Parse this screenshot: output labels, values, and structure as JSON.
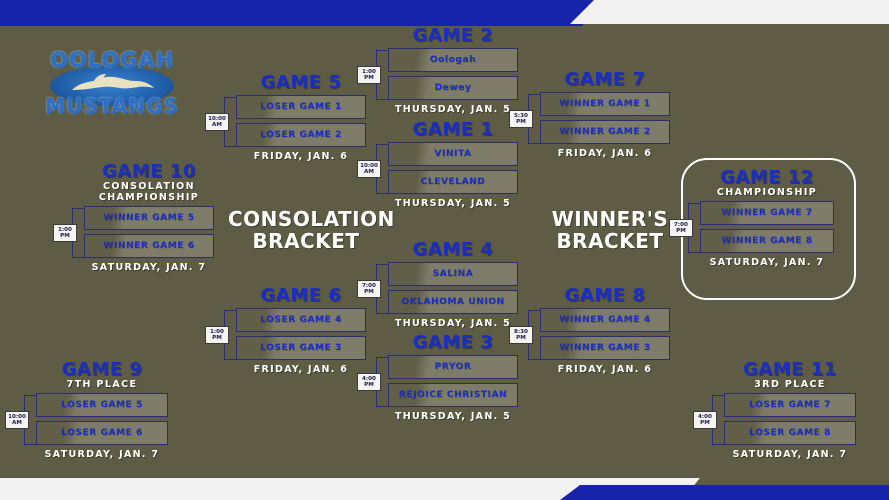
{
  "tournament": {
    "logo": {
      "top_word": "OOLOGAH",
      "bottom_word": "MUSTANGS"
    },
    "bracket_labels": {
      "consolation": "CONSOLATION\nBRACKET",
      "consolation_line1": "CONSOLATION",
      "consolation_line2": "BRACKET",
      "winners_line1": "WINNER'S",
      "winners_line2": "BRACKET"
    },
    "colors": {
      "background": "#5e5c44",
      "accent_blue": "#1723a8",
      "title_blue": "#1a2ec4",
      "white": "#f2f2f2",
      "slot_border": "#2b2e6e"
    }
  },
  "games": [
    {
      "id": "game-1",
      "title": "GAME 1",
      "subtitle": "",
      "time": "10:00\nAM",
      "time_line1": "10:00",
      "time_line2": "AM",
      "teams": [
        "VINITA",
        "CLEVELAND"
      ],
      "date": "THURSDAY, JAN. 5"
    },
    {
      "id": "game-2",
      "title": "GAME 2",
      "subtitle": "",
      "time_line1": "1:00",
      "time_line2": "PM",
      "teams": [
        "Oologah",
        "Dewey"
      ],
      "date": "THURSDAY, JAN. 5"
    },
    {
      "id": "game-3",
      "title": "GAME 3",
      "subtitle": "",
      "time_line1": "4:00",
      "time_line2": "PM",
      "teams": [
        "PRYOR",
        "REJOICE CHRISTIAN"
      ],
      "date": "THURSDAY, JAN. 5"
    },
    {
      "id": "game-4",
      "title": "GAME 4",
      "subtitle": "",
      "time_line1": "7:00",
      "time_line2": "PM",
      "teams": [
        "SALINA",
        "OKLAHOMA UNION"
      ],
      "date": "THURSDAY, JAN. 5"
    },
    {
      "id": "game-5",
      "title": "GAME 5",
      "subtitle": "",
      "time_line1": "10:00",
      "time_line2": "AM",
      "teams": [
        "LOSER GAME 1",
        "LOSER GAME 2"
      ],
      "date": "FRIDAY, JAN. 6"
    },
    {
      "id": "game-6",
      "title": "GAME 6",
      "subtitle": "",
      "time_line1": "1:00",
      "time_line2": "PM",
      "teams": [
        "LOSER GAME 4",
        "LOSER GAME 3"
      ],
      "date": "FRIDAY, JAN. 6"
    },
    {
      "id": "game-7",
      "title": "GAME 7",
      "subtitle": "",
      "time_line1": "5:30",
      "time_line2": "PM",
      "teams": [
        "WINNER GAME 1",
        "WINNER GAME 2"
      ],
      "date": "FRIDAY, JAN. 6"
    },
    {
      "id": "game-8",
      "title": "GAME 8",
      "subtitle": "",
      "time_line1": "8:30",
      "time_line2": "PM",
      "teams": [
        "WINNER GAME 4",
        "WINNER GAME 3"
      ],
      "date": "FRIDAY, JAN. 6"
    },
    {
      "id": "game-9",
      "title": "GAME 9",
      "subtitle": "7TH PLACE",
      "time_line1": "10:00",
      "time_line2": "AM",
      "teams": [
        "LOSER GAME 5",
        "LOSER GAME 6"
      ],
      "date": "SATURDAY, JAN. 7"
    },
    {
      "id": "game-10",
      "title": "GAME 10",
      "subtitle_line1": "CONSOLATION",
      "subtitle_line2": "CHAMPIONSHIP",
      "time_line1": "1:00",
      "time_line2": "PM",
      "teams": [
        "WINNER GAME 5",
        "WINNER GAME 6"
      ],
      "date": "SATURDAY, JAN. 7"
    },
    {
      "id": "game-11",
      "title": "GAME 11",
      "subtitle": "3RD PLACE",
      "time_line1": "4:00",
      "time_line2": "PM",
      "teams": [
        "LOSER GAME 7",
        "LOSER GAME 8"
      ],
      "date": "SATURDAY, JAN. 7"
    },
    {
      "id": "game-12",
      "title": "GAME 12",
      "subtitle": "CHAMPIONSHIP",
      "time_line1": "7:00",
      "time_line2": "PM",
      "teams": [
        "WINNER GAME 7",
        "WINNER GAME 8"
      ],
      "date": "SATURDAY, JAN. 7"
    }
  ]
}
